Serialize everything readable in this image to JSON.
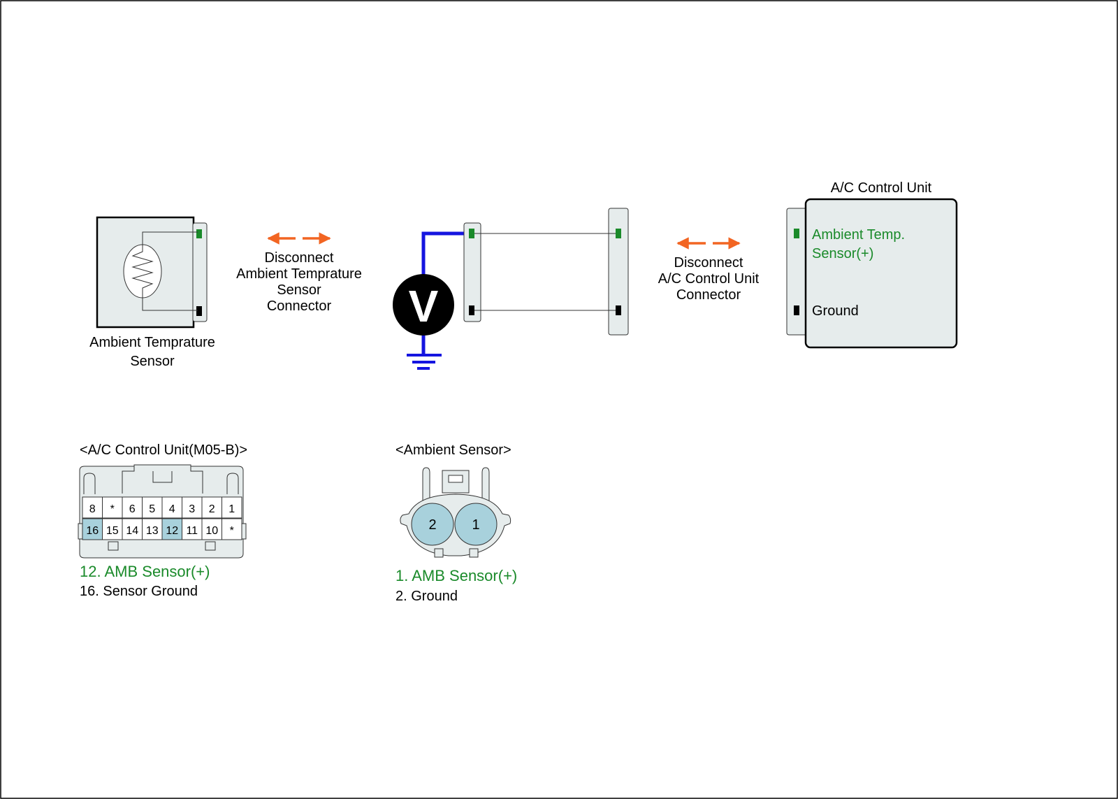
{
  "sensor": {
    "name_line1": "Ambient Temprature",
    "name_line2": "Sensor"
  },
  "disconnect_left": {
    "line1": "Disconnect",
    "line2": "Ambient Temprature",
    "line3": "Sensor",
    "line4": "Connector"
  },
  "meter": {
    "symbol": "V"
  },
  "disconnect_right": {
    "line1": "Disconnect",
    "line2": "A/C Control Unit",
    "line3": "Connector"
  },
  "control_unit": {
    "title": "A/C Control Unit",
    "pin_signal_line1": "Ambient Temp.",
    "pin_signal_line2": "Sensor(+)",
    "pin_ground": "Ground"
  },
  "acu_connector": {
    "title": "<A/C Control Unit(M05-B)>",
    "top_row": [
      "8",
      "*",
      "6",
      "5",
      "4",
      "3",
      "2",
      "1"
    ],
    "bottom_row": [
      "16",
      "15",
      "14",
      "13",
      "12",
      "11",
      "10",
      "*"
    ],
    "legend": [
      "12. AMB Sensor(+)",
      "16. Sensor Ground"
    ]
  },
  "ambient_connector": {
    "title": "<Ambient Sensor>",
    "pins": [
      "2",
      "1"
    ],
    "legend": [
      "1. AMB Sensor(+)",
      "2. Ground"
    ]
  },
  "colors": {
    "signal_green": "#1a8a2a",
    "arrow_orange": "#f26522",
    "probe_blue": "#1515e0",
    "housing_fill": "#e6ecec",
    "highlight_pin": "#a8d1dc"
  }
}
